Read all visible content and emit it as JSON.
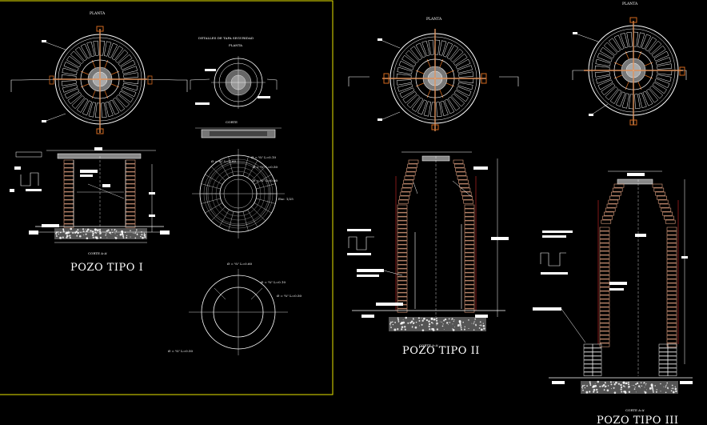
{
  "colors": {
    "background": "#000000",
    "sheet_border": "#e8e400",
    "brick": "#e0a080",
    "brick_dark": "#c86a40",
    "line": "#ffffff",
    "cyan": "#00e0e0",
    "red": "#ff3030",
    "orange_radial": "#d2691e"
  },
  "sheet1": {
    "title": "POZO TIPO I",
    "planta_label": "PLANTA",
    "corte_label": "CORTE A-A'",
    "tapa_title": "DETALLES DE TAPA SEGURIDAD",
    "tapa_subtitle": "PLANTA",
    "tapa_corte_label": "CORTE",
    "formula_a": "Ø = ¼\" L=0.60",
    "formula_b": "Ø = ¼\" L=0.10",
    "formula_c": "Ø = ¼\" L=0.50",
    "formula_d": "Ø = ¼\" L=0.60",
    "esc": "Esc: 1/25",
    "lower_f1": "Ø = ¼\" L=0.60",
    "lower_f2": "Ø = ¼\" L=0.10",
    "lower_f3": "Ø = ¼\" L=0.50",
    "lower_f4": "Ø = ¼\" L=0.50"
  },
  "sheet2": {
    "title": "POZO TIPO II",
    "planta_label": "PLANTA",
    "corte_label": "CORTE A-A'"
  },
  "sheet3": {
    "title": "POZO TIPO III",
    "planta_label": "PLANTA",
    "corte_label": "CORTE A-A'"
  }
}
